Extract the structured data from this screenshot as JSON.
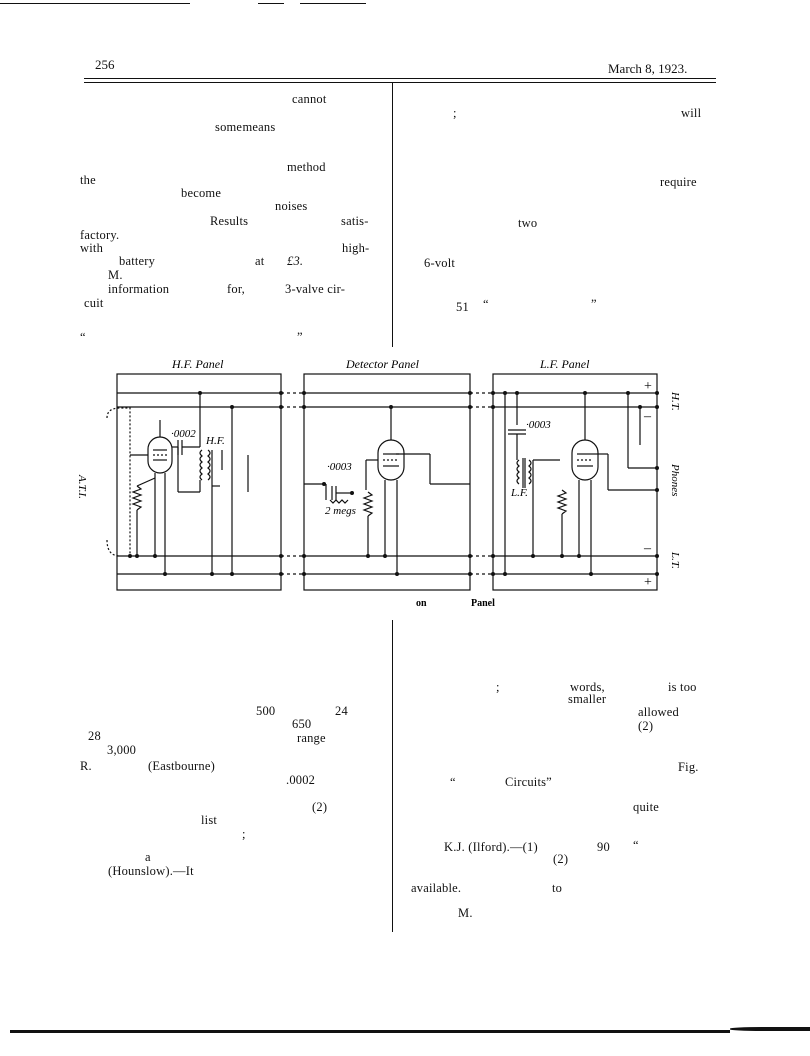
{
  "header": {
    "page_number": "256",
    "date": "March 8, 1923."
  },
  "top_left_fragments": [
    "cannot",
    "some means",
    "method",
    "the",
    "become",
    "noises",
    "Results",
    "satis-",
    "factory.",
    "with",
    "high-",
    "battery",
    "at",
    "£3.",
    "M.",
    "information",
    "for,",
    "3-valve cir-",
    "cuit",
    "“",
    "”"
  ],
  "top_right_fragments": [
    ";",
    "will",
    "require",
    "two",
    "6-volt",
    "51",
    "“",
    "”"
  ],
  "diagram": {
    "panels": [
      {
        "title": "H.F. Panel"
      },
      {
        "title": "Detector Panel"
      },
      {
        "title": "L.F. Panel"
      }
    ],
    "labels": {
      "hf_cap": "·0002",
      "hf_coil": "H.F.",
      "ati": "A.T.I.",
      "det_cap": "·0003",
      "det_leak": "2 megs",
      "lf_cap": "·0003",
      "lf_trans": "L.F.",
      "ht": "H.T.",
      "phones": "Phones",
      "lt": "L.T.",
      "plus": "+",
      "minus": "–"
    },
    "caption_fragments": [
      "on",
      "Panel"
    ]
  },
  "bottom_left_fragments": [
    "500",
    "24",
    "650",
    "28",
    "range",
    "3,000",
    "R.",
    "(Eastbourne)",
    ".0002",
    "(2)",
    "list",
    ";",
    "a",
    "(Hounslow).—It"
  ],
  "bottom_right_fragments": [
    ";",
    "words,",
    "is too",
    "smaller",
    "allowed",
    "(2)",
    "Fig.",
    "“",
    "Circuits”",
    "quite",
    "K.J. (Ilford).—(1)",
    "90",
    "“",
    "(2)",
    "available.",
    "to",
    "M."
  ]
}
